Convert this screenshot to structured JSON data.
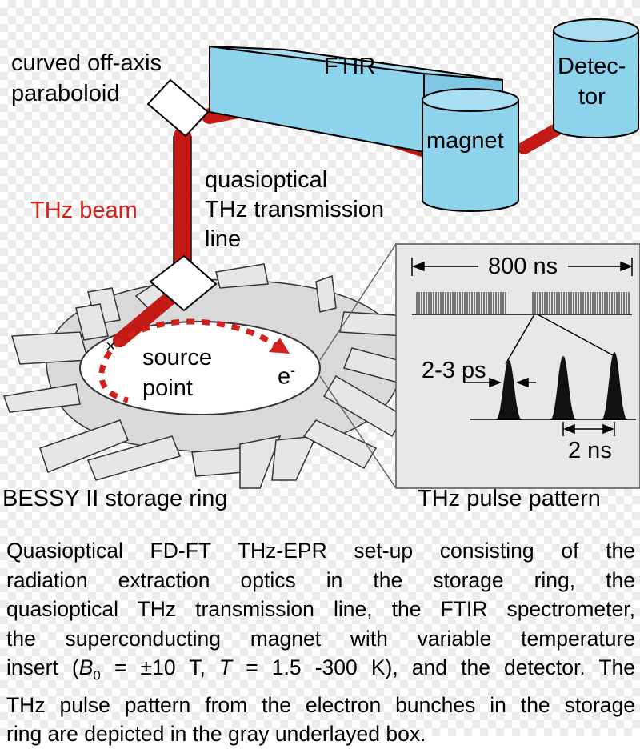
{
  "labels": {
    "paraboloid_line1": "curved off-axis",
    "paraboloid_line2": "paraboloid",
    "ftir": "FTIR",
    "detector_line1": "Detec-",
    "detector_line2": "tor",
    "magnet": "magnet",
    "thz_beam": "THz beam",
    "transmission_line1": "quasioptical",
    "transmission_line2": "THz transmission",
    "transmission_line3": "line",
    "source_line1": "source",
    "source_line2": "point",
    "electron": "e",
    "electron_sup": "-",
    "period": "800 ns",
    "pulse_width": "2-3 ps",
    "spacing": "2 ns",
    "ring_title": "BESSY II storage ring",
    "pulse_title": "THz pulse pattern"
  },
  "caption": {
    "line1": "Quasioptical FD-FT THz-EPR set-up consisting of the",
    "line2": "radiation extraction optics in the storage ring, the",
    "line3": "quasioptical THz transmission line, the FTIR spectrometer,",
    "line4": "the superconducting magnet with variable temperature",
    "line5_a": "insert (",
    "line5_b": "B",
    "line5_sub": "0",
    "line5_c": " = ±10 T, ",
    "line5_d": "T",
    "line5_e": " = 1.5 -300 K), and the detector. The",
    "line6": "THz pulse pattern from the electron bunches in the storage",
    "line7": "ring are depicted in the gray underlayed box."
  },
  "colors": {
    "instrument_fill": "#8ed3ec",
    "beam": "#c41a16",
    "ring_gray": "#e6e6e6",
    "inset_gray": "#e8e8e8"
  }
}
